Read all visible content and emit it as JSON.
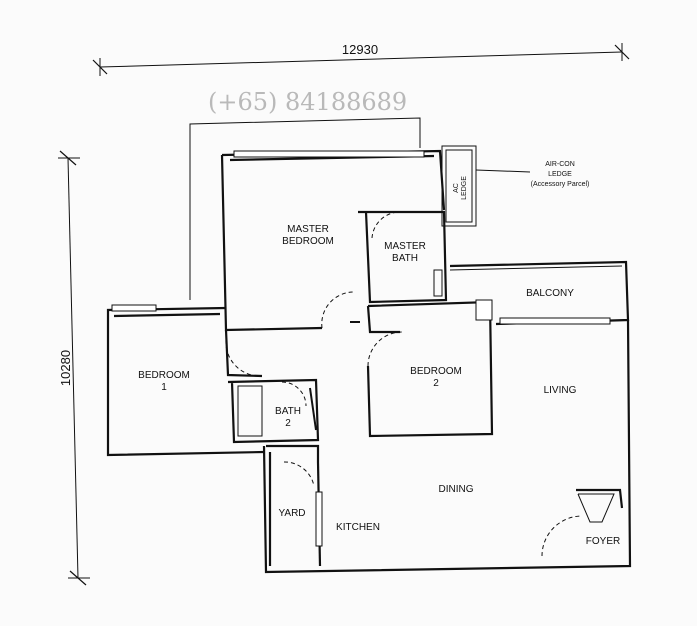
{
  "watermark": {
    "phone": "(+65) 84188689"
  },
  "dimensions": {
    "width": "12930",
    "height": "10280"
  },
  "rooms": {
    "master_bedroom": [
      "MASTER",
      "BEDROOM"
    ],
    "master_bath": [
      "MASTER",
      "BATH"
    ],
    "bedroom_1": [
      "BEDROOM",
      "1"
    ],
    "bath_2": [
      "BATH",
      "2"
    ],
    "bedroom_2": [
      "BEDROOM",
      "2"
    ],
    "balcony": "BALCONY",
    "living": "LIVING",
    "dining": "DINING",
    "yard": "YARD",
    "kitchen": "KITCHEN",
    "foyer": "FOYER"
  },
  "aircon": {
    "lines": [
      "AIR-CON",
      "LEDGE",
      "(Accessory Parcel)"
    ],
    "ac_ledge": [
      "AC",
      "LEDGE"
    ]
  }
}
